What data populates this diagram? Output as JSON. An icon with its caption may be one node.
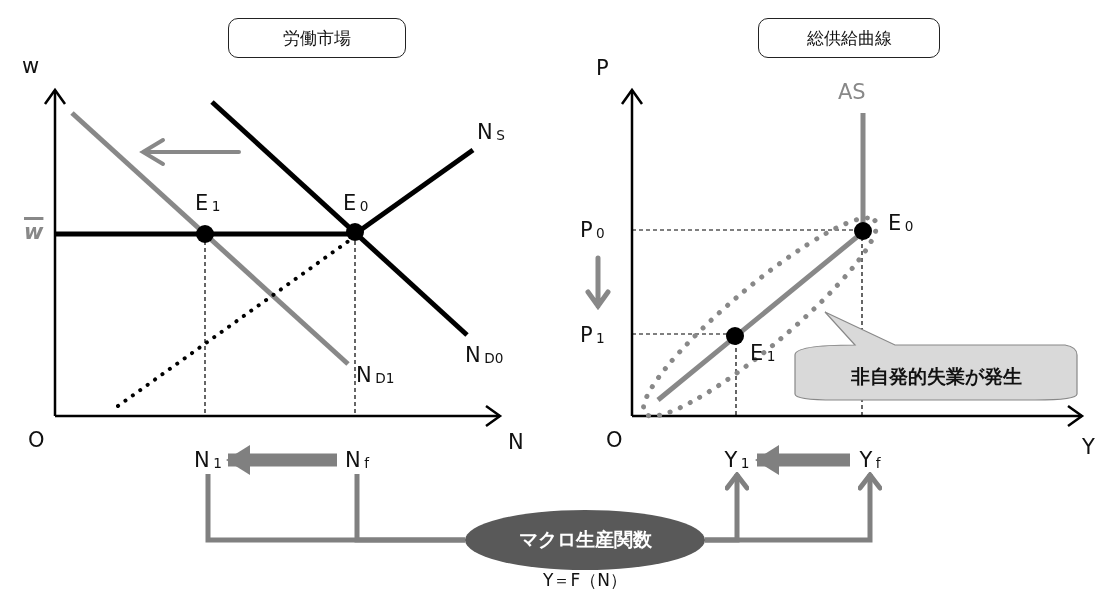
{
  "diagram": {
    "nodes": [
      {
        "text": [
          "労働市場"
        ]
      },
      {
        "text": [
          "総供給曲線"
        ]
      },
      {
        "text": [
          "N$_{1}$"
        ]
      },
      {
        "text": [
          "N$_{f}$"
        ]
      },
      {
        "text": [
          "マクロ生産関数"
        ],
        "beside": [
          "Y＝F（N）"
        ]
      },
      {
        "text": [
          "Y$_{1}$"
        ]
      },
      {
        "text": [
          "Y$_{f}$"
        ]
      },
      {
        "text": [
          "非自発的失業が発生"
        ]
      }
    ],
    "edges": [
      {
        "from": 3,
        "to": 2,
        "arrow": "to",
        "style": "thick"
      },
      {
        "from": 6,
        "to": 5,
        "arrow": "to",
        "style": "thick"
      },
      {
        "from": 2,
        "to": 4,
        "arrow": "none"
      },
      {
        "from": 3,
        "to": 4,
        "arrow": "none"
      },
      {
        "from": 4,
        "to": 5,
        "arrow": "to"
      },
      {
        "from": 4,
        "to": 6,
        "arrow": "to"
      }
    ],
    "labels": [
      "w",
      "w",
      "O",
      "N",
      "N$_{S}$",
      "N$_{D0}$",
      "N$_{D1}$",
      "E$_{1}$",
      "E$_{0}$",
      "P",
      "AS",
      "P$_{0}$",
      "P$_{1}$",
      "E$_{0}$",
      "E$_{1}$",
      "O",
      "Y"
    ]
  }
}
